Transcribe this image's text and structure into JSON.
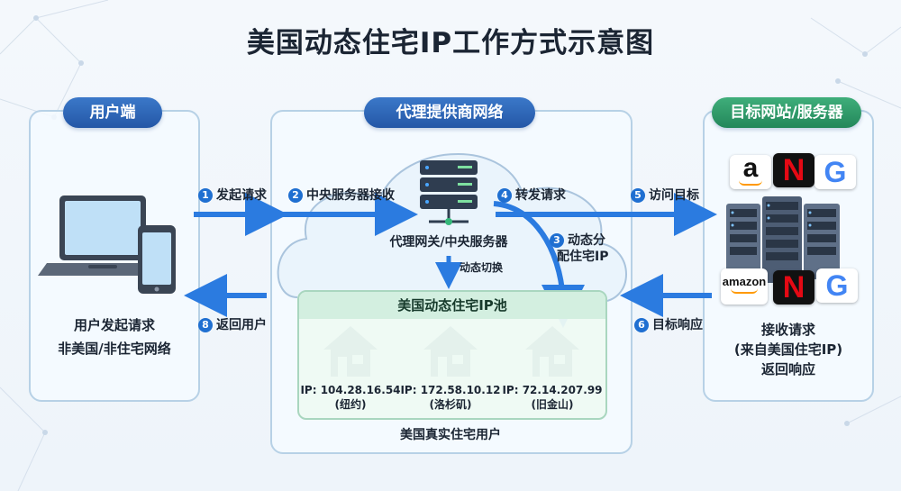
{
  "title": "美国动态住宅IP工作方式示意图",
  "sections": {
    "user": "用户端",
    "proxy": "代理提供商网络",
    "target": "目标网站/服务器"
  },
  "steps": [
    {
      "num": "1",
      "label": "发起请求"
    },
    {
      "num": "2",
      "label": "中央服务器接收"
    },
    {
      "num": "3",
      "label": "动态分配住宅IP"
    },
    {
      "num": "4",
      "label": "转发请求"
    },
    {
      "num": "5",
      "label": "访问目标"
    },
    {
      "num": "6",
      "label": "目标响应"
    },
    {
      "num": "8",
      "label": "返回用户"
    }
  ],
  "step3_line1": "动态分",
  "step3_line2": "配住宅IP",
  "user_desc": [
    "用户发起请求",
    "非美国/非住宅网络"
  ],
  "gateway_label": "代理网关/中央服务器",
  "switch_label": "动态切换",
  "pool": {
    "title": "美国动态住宅IP池",
    "houses": [
      {
        "ip": "IP: 104.28.16.54",
        "city": "(纽约)"
      },
      {
        "ip": "IP: 172.58.10.12",
        "city": "(洛杉矶)"
      },
      {
        "ip": "IP: 72.14.207.99",
        "city": "(旧金山)"
      }
    ]
  },
  "pool_footer": "美国真实住宅用户",
  "target_desc": [
    "接收请求",
    "(来自美国住宅IP)",
    "返回响应"
  ],
  "logos": {
    "amazon_a": "a",
    "amazon": "amazon",
    "netflix": "N",
    "google": "G"
  },
  "colors": {
    "arrow": "#2b7be0",
    "pill_blue": "#2f6bbd",
    "pill_green": "#2f9a69",
    "panel_border": "#b7d1e6"
  }
}
